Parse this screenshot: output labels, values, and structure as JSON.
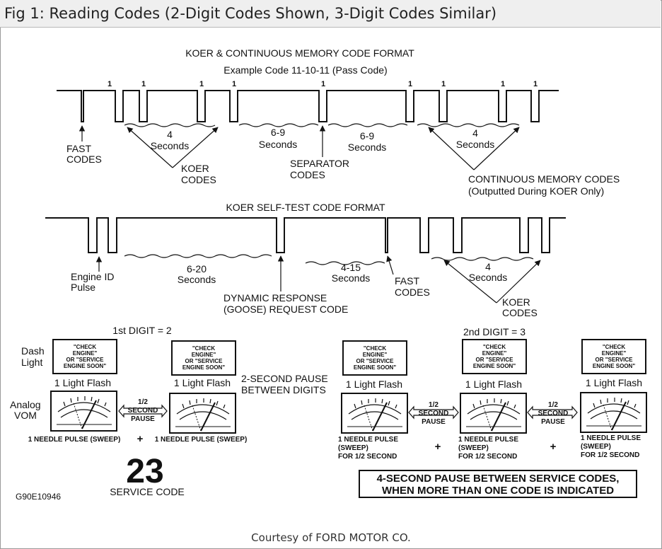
{
  "header": {
    "title": "Fig 1: Reading Codes (2-Digit Codes Shown, 3-Digit Codes Similar)"
  },
  "format1": {
    "title": "KOER & CONTINUOUS MEMORY CODE FORMAT",
    "subtitle": "Example  Code 11-10-11 (Pass Code)",
    "pulse_numbers": [
      "1",
      "1",
      "1",
      "1",
      "1",
      "1",
      "1",
      "1",
      "1"
    ],
    "fast_codes": [
      "FAST",
      "CODES"
    ],
    "gap_4_left": [
      "4",
      "Seconds"
    ],
    "koer_codes": [
      "KOER",
      "CODES"
    ],
    "gap_69_left": [
      "6-9",
      "Seconds"
    ],
    "separator_codes": [
      "SEPARATOR",
      "CODES"
    ],
    "gap_69_right": [
      "6-9",
      "Seconds"
    ],
    "gap_4_right": [
      "4",
      "Seconds"
    ],
    "continuous_memory": [
      "CONTINUOUS MEMORY CODES",
      "(Outputted During KOER Only)"
    ]
  },
  "format2": {
    "title": "KOER SELF-TEST CODE FORMAT",
    "engine_id": [
      "Engine ID",
      "Pulse"
    ],
    "gap_620": [
      "6-20",
      "Seconds"
    ],
    "dynamic_response": [
      "DYNAMIC RESPONSE",
      "(GOOSE) REQUEST CODE"
    ],
    "gap_415": [
      "4-15",
      "Seconds"
    ],
    "fast_codes": [
      "FAST",
      "CODES"
    ],
    "gap_4": [
      "4",
      "Seconds"
    ],
    "koer_codes": [
      "KOER",
      "CODES"
    ]
  },
  "digits": {
    "first_digit": "1st DIGIT = 2",
    "second_digit": "2nd DIGIT = 3",
    "dash_light": [
      "Dash",
      "Light"
    ],
    "analog_vom": [
      "Analog",
      "VOM"
    ],
    "lamp_text": [
      "\"CHECK",
      "ENGINE\"",
      "OR \"SERVICE",
      "ENGINE SOON\""
    ],
    "light_flash": "1 Light Flash",
    "two_second_pause": [
      "2-SECOND PAUSE",
      "BETWEEN DIGITS"
    ],
    "half_second_pause": [
      "1/2",
      "SECOND",
      "PAUSE"
    ],
    "needle_pulse": "1 NEEDLE PULSE (SWEEP)",
    "needle_pulse_half": [
      "1 NEEDLE PULSE",
      "(SWEEP)",
      "FOR 1/2 SECOND"
    ],
    "plus": "+",
    "service_code_number": "23",
    "service_code_label": "SERVICE CODE",
    "figure_id": "G90E10946",
    "four_second_pause": [
      "4-SECOND PAUSE BETWEEN SERVICE CODES,",
      "WHEN MORE THAN ONE CODE IS INDICATED"
    ]
  },
  "footer": {
    "courtesy": "Courtesy of FORD MOTOR CO."
  }
}
